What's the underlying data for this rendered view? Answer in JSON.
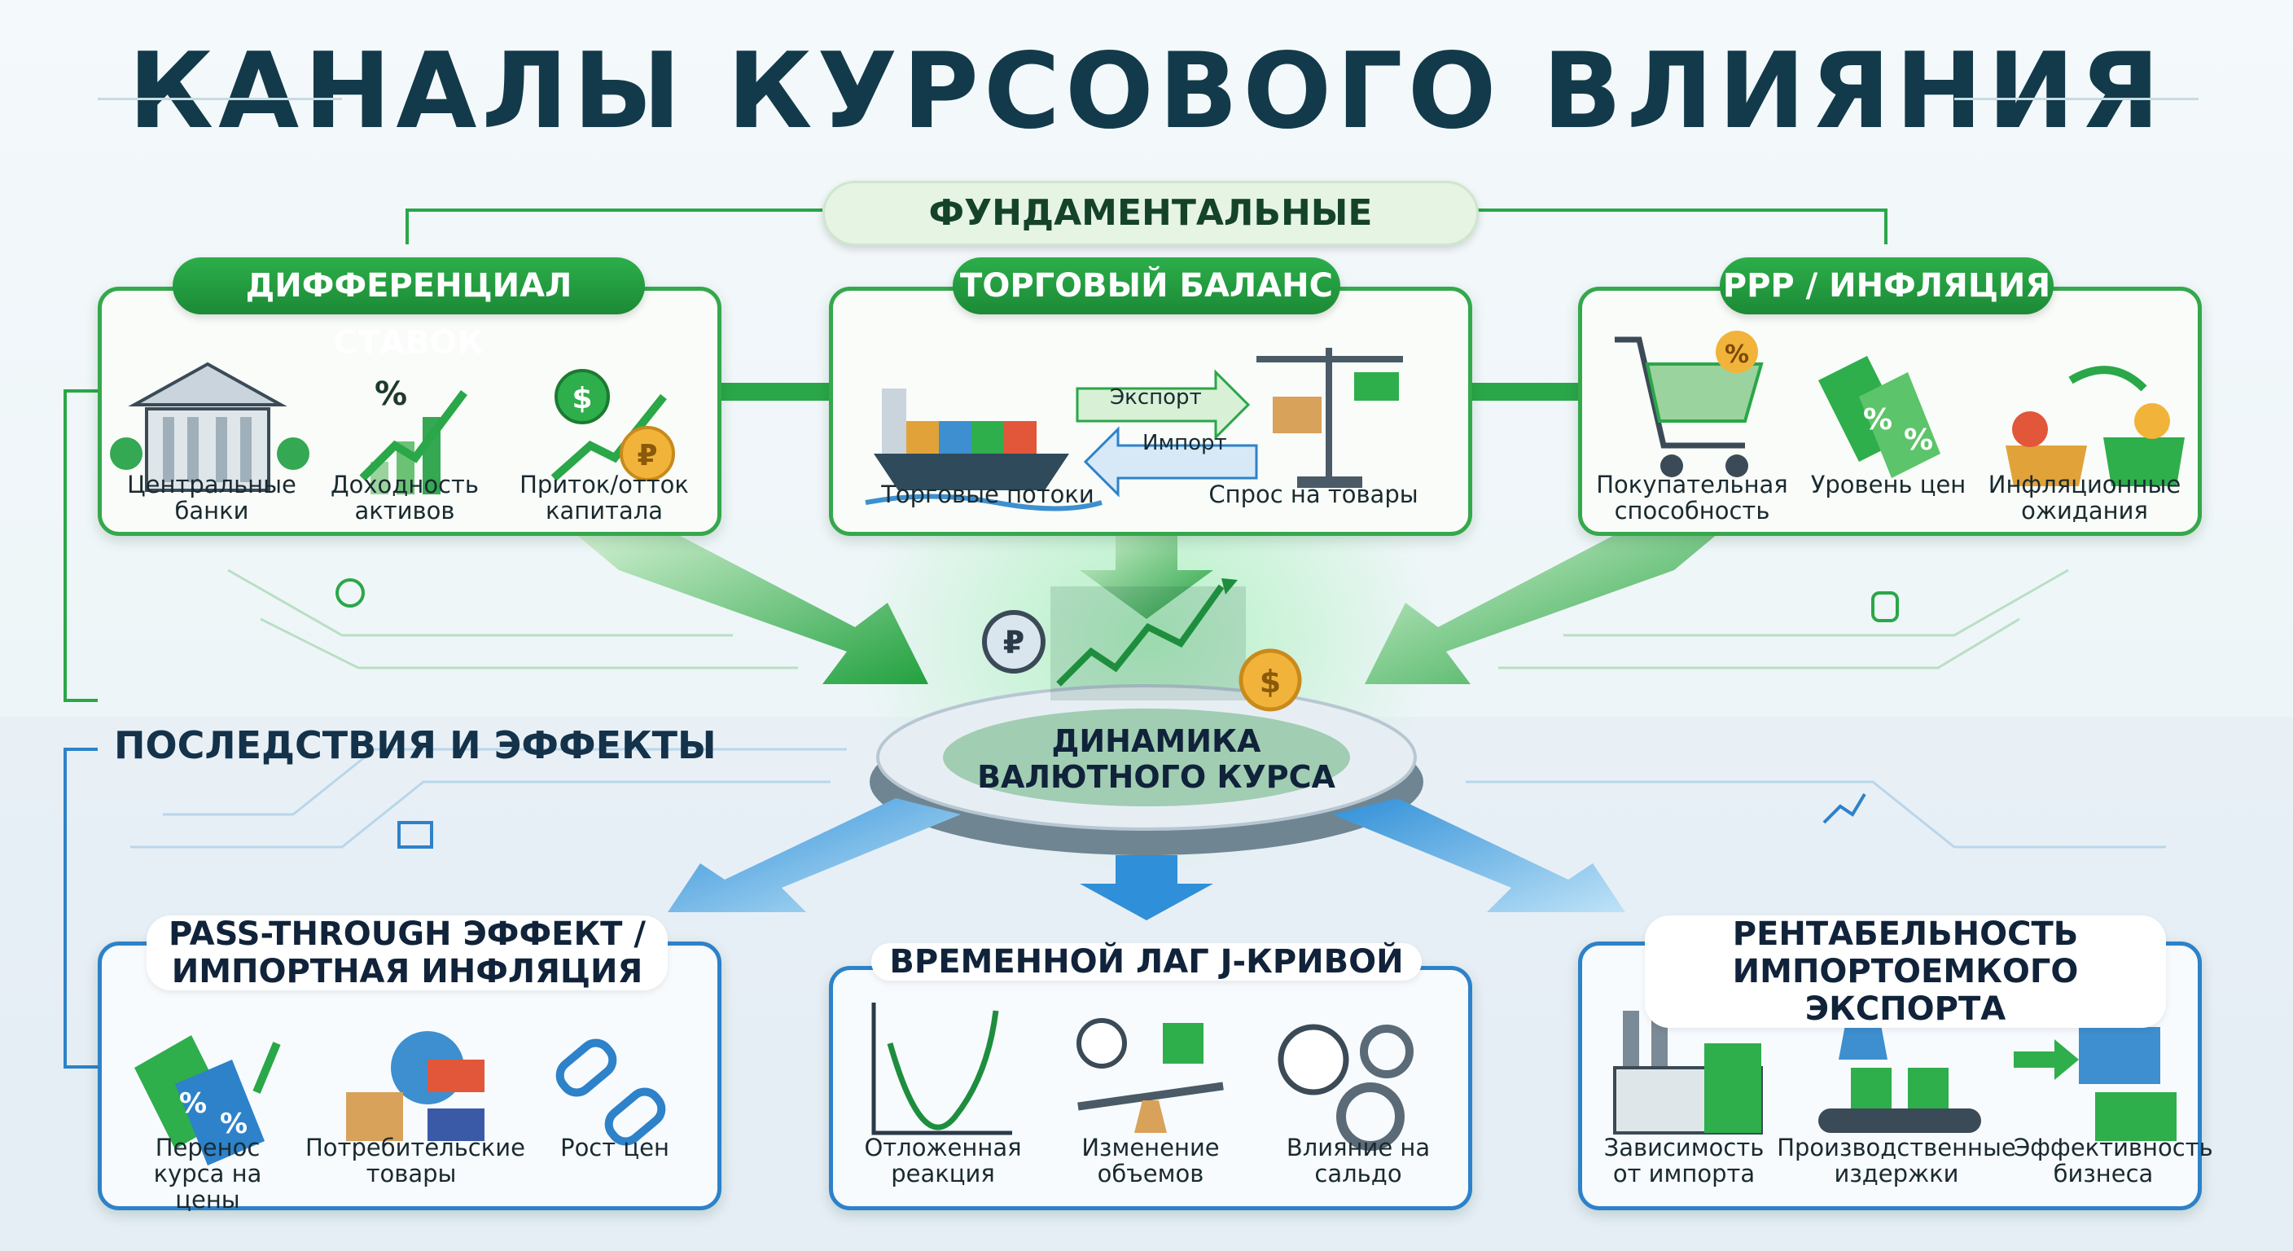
{
  "title": "КАНАЛЫ КУРСОВОГО ВЛИЯНИЯ",
  "fundamentals": {
    "label": "ФУНДАМЕНТАЛЬНЫЕ ФАКТОРЫ",
    "rate_diff": {
      "title": "ДИФФЕРЕНЦИАЛ СТАВОК",
      "items": [
        "Центральные банки",
        "Доходность активов",
        "Приток/отток капитала"
      ]
    },
    "trade": {
      "title": "ТОРГОВЫЙ БАЛАНС",
      "export_label": "Экспорт",
      "import_label": "Импорт",
      "items": [
        "Торговые потоки",
        "Спрос на товары"
      ]
    },
    "ppp": {
      "title": "PPP / ИНФЛЯЦИЯ",
      "items": [
        "Покупательная способность",
        "Уровень цен",
        "Инфляционные ожидания"
      ]
    }
  },
  "center": {
    "label": "ДИНАМИКА ВАЛЮТНОГО КУРСА"
  },
  "effects": {
    "label": "ПОСЛЕДСТВИЯ И ЭФФЕКТЫ",
    "pass_through": {
      "title": "PASS-THROUGH ЭФФЕКТ / ИМПОРТНАЯ ИНФЛЯЦИЯ",
      "items": [
        "Перенос курса на цены",
        "Потребительские товары",
        "Рост цен"
      ]
    },
    "jcurve": {
      "title": "ВРЕМЕННОЙ ЛАГ J-КРИВОЙ",
      "items": [
        "Отложенная реакция",
        "Изменение объемов",
        "Влияние на сальдо"
      ]
    },
    "profitability": {
      "title": "РЕНТАБЕЛЬНОСТЬ ИМПОРТОЕМКОГО ЭКСПОРТА",
      "items": [
        "Зависимость от импорта",
        "Производственные издержки",
        "Эффективность бизнеса"
      ]
    }
  },
  "colors": {
    "green": "#2aa748",
    "dark_green": "#1c8a36",
    "blue": "#2d82c9",
    "title_text": "#123a4a"
  }
}
